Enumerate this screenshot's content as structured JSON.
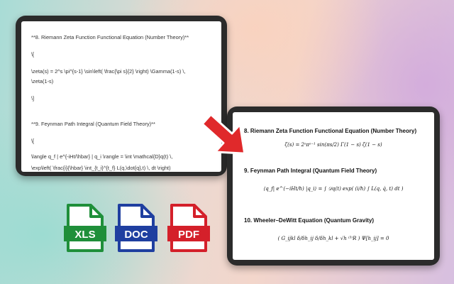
{
  "left_screen": {
    "lines": [
      "**8. Riemann Zeta Function Functional Equation (Number Theory)**",
      "\\[",
      "\\zeta(s) = 2^s \\pi^{s-1} \\sin\\left( \\frac{\\pi s}{2} \\right) \\Gamma(1-s) \\,",
      "\\zeta(1-s)",
      "\\]",
      "**9. Feynman Path Integral (Quantum Field Theory)**",
      "\\[",
      "\\langle q_f | e^{-iHt/\\hbar} | q_i \\rangle = \\int \\mathcal{D}q(t) \\,",
      "\\exp\\left( \\frac{i}{\\hbar} \\int_{t_i}^{t_f} L(q,\\dot{q},t) \\, dt \\right)"
    ]
  },
  "right_screen": {
    "equations": [
      {
        "title": "8. Riemann Zeta Function Functional Equation (Number Theory)",
        "formula": "ζ(s) = 2ˢπˢ⁻¹ sin(πs/2) Γ(1 − s) ζ(1 − s)"
      },
      {
        "title": "9. Feynman Path Integral (Quantum Field Theory)",
        "formula": "⟨q_f| e^(−iHt/ℏ) |q_i⟩ = ∫ 𝒟q(t) exp( (i/ℏ) ∫ L(q, q̇, t) dt )"
      },
      {
        "title": "10. Wheeler–DeWitt Equation (Quantum Gravity)",
        "formula": "( G_ijkl δ/δh_ij δ/δh_kl + √h ⁽³⁾R ) Ψ[h_ij] = 0"
      }
    ]
  },
  "file_icons": [
    {
      "label": "XLS",
      "color": "#1f8f3a"
    },
    {
      "label": "DOC",
      "color": "#1f3fa0"
    },
    {
      "label": "PDF",
      "color": "#d4202a"
    }
  ],
  "arrow_color": "#e0292b"
}
